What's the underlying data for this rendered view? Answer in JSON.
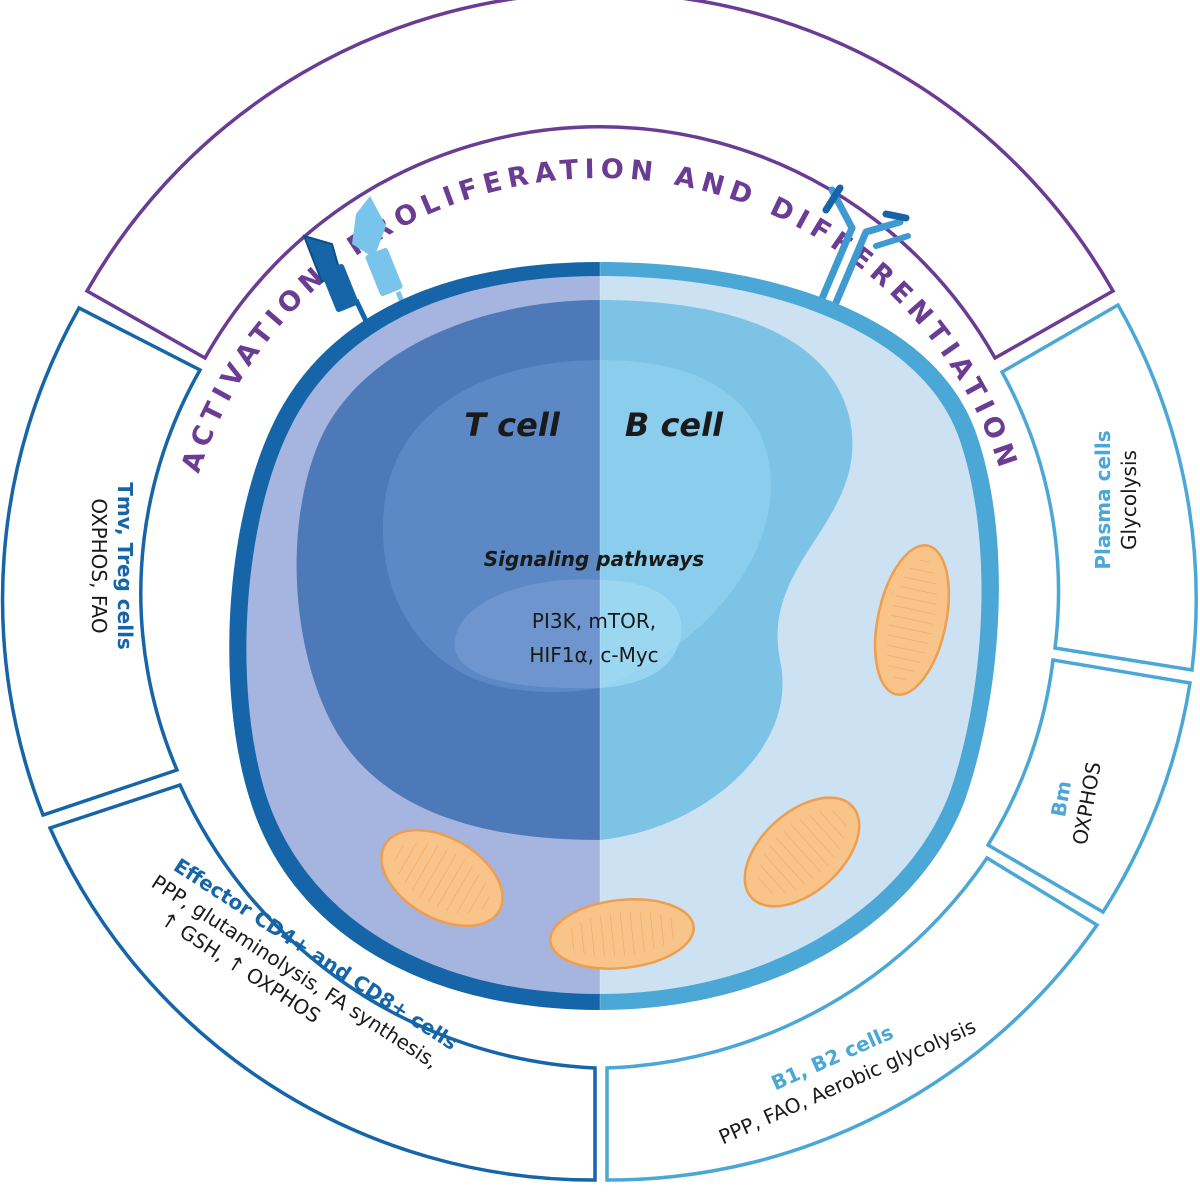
{
  "colors": {
    "purple": "#6B3C93",
    "dark_blue": "#1565A8",
    "light_blue": "#4BA7D6",
    "t_cell_core": "#4E79B9",
    "b_cell_core": "#7CC3E5",
    "mito_fill": "#F8C48A",
    "mito_stroke": "#EE9E4E"
  },
  "title": "ACTIVATION, PROLIFERATION AND DIFFERENTIATION",
  "cell": {
    "t_label": "T cell",
    "b_label": "B cell",
    "signaling_title": "Signaling pathways",
    "signaling_line1": "PI3K, mTOR,",
    "signaling_line2": "HIF1α, c-Myc"
  },
  "segments": {
    "tmv_treg": {
      "title": "Tmv, Treg cells",
      "text": "OXPHOS, FAO"
    },
    "effector": {
      "title": "Effector CD4+ and CD8+ cells",
      "line1": "PPP, glutaminolysis, FA synthesis,",
      "line2": "↑ GSH, ↑ OXPHOS"
    },
    "b1_b2": {
      "title": "B1, B2 cells",
      "text": "PPP, FAO, Aerobic glycolysis"
    },
    "bm": {
      "title": "Bm",
      "text": "OXPHOS"
    },
    "plasma": {
      "title": "Plasma cells",
      "text": "Glycolysis"
    }
  },
  "icons": {
    "receptor_left": "tcr-receptor-icon",
    "receptor_right": "bcr-antibody-icon",
    "mitochondria": "mitochondrion-icon"
  }
}
